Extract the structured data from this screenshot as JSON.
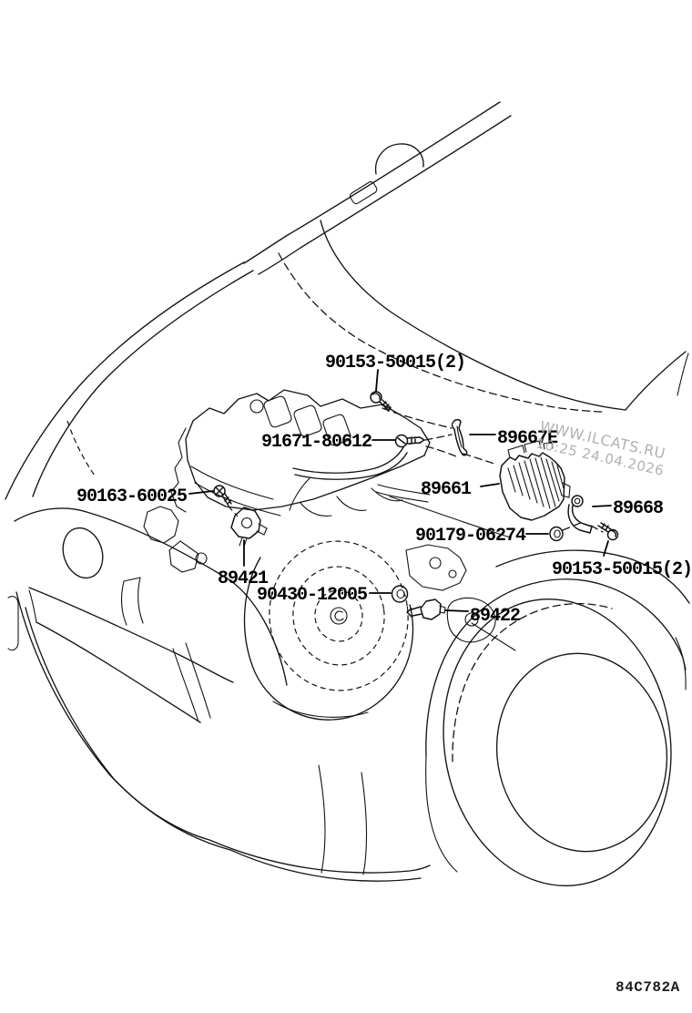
{
  "diagram": {
    "title_code": "84C782A",
    "labels": {
      "bolt_top": "90153-50015(2)",
      "harness_clamp": "91671-80612",
      "bracket_e": "89667E",
      "ecu": "89661",
      "bracket_2": "89668",
      "ring": "90179-06274",
      "bolt_bottom": "90153-50015(2)",
      "screw_left": "90163-60025",
      "knock_sensor": "89421",
      "gasket": "90430-12005",
      "temp_sensor": "89422"
    },
    "watermark": {
      "line1": "WWW.ILCATS.RU",
      "line2": "10:25 24.04.2026",
      "color": "#a9a9a9"
    },
    "colors": {
      "line": "#141414",
      "label": "#000000",
      "background": "#ffffff"
    }
  }
}
